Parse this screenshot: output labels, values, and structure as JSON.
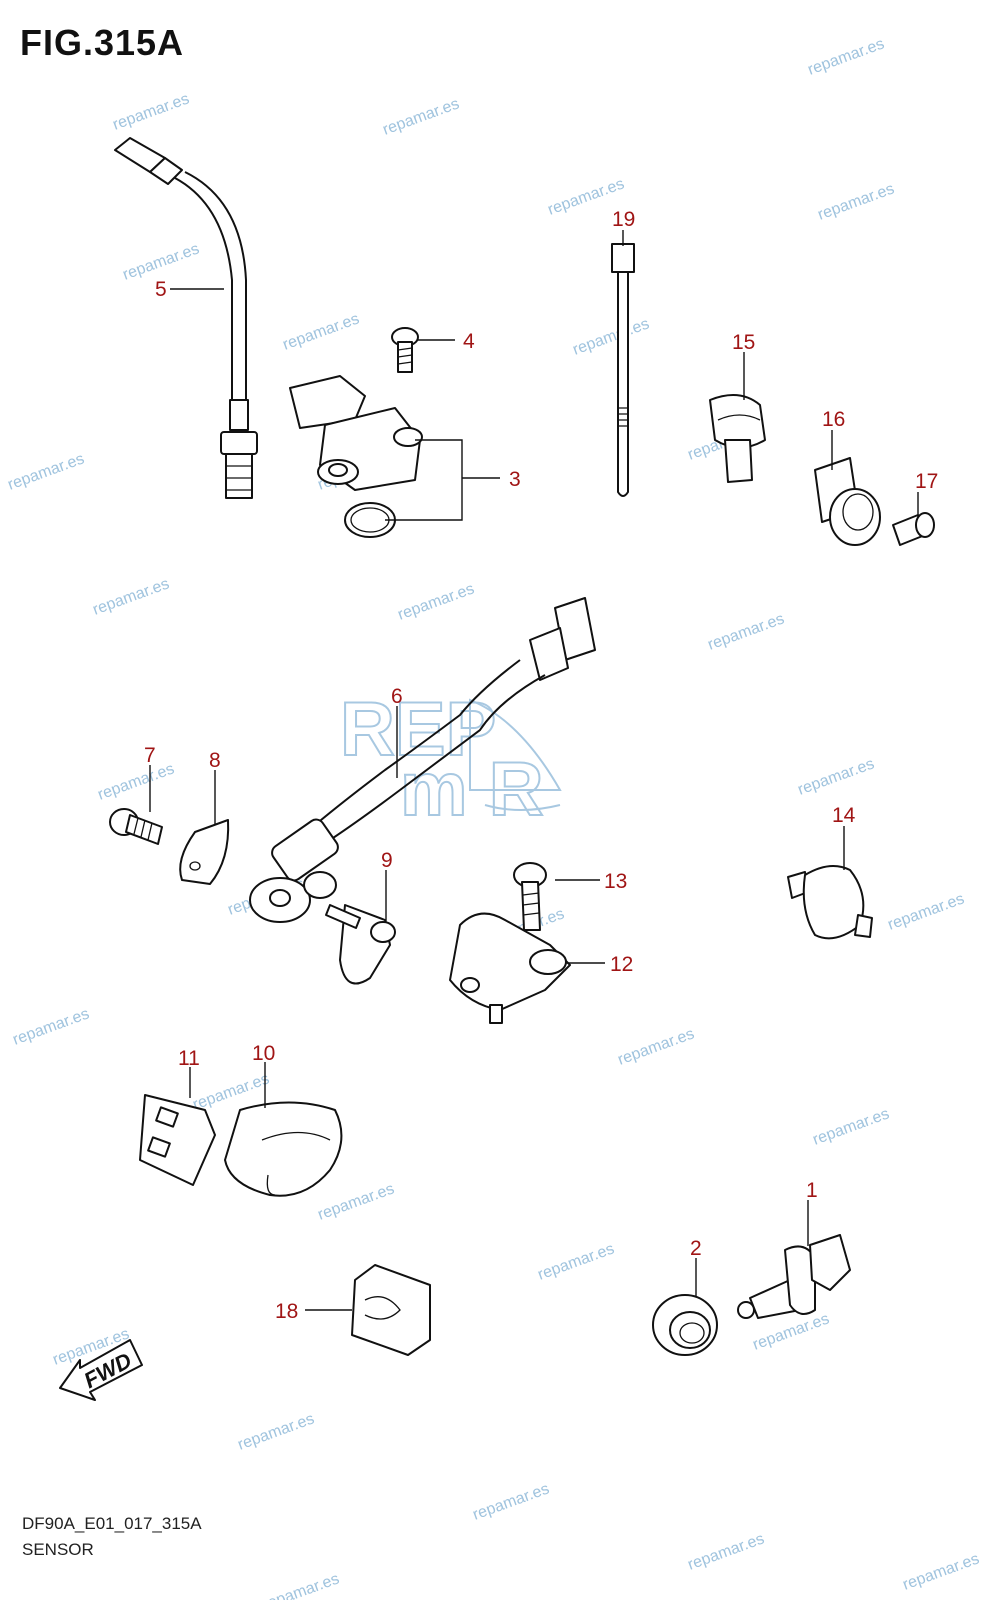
{
  "figure": {
    "title": "FIG.315A",
    "code": "DF90A_E01_017_315A",
    "name": "SENSOR"
  },
  "callouts": [
    "1",
    "2",
    "3",
    "4",
    "5",
    "6",
    "7",
    "8",
    "9",
    "10",
    "11",
    "12",
    "13",
    "14",
    "15",
    "16",
    "17",
    "18",
    "19"
  ],
  "fwd_label": "FWD",
  "watermark": {
    "text": "repamar.es",
    "logo_top": "REP",
    "logo_bottom": "m R",
    "color": "#9fc3de"
  },
  "colors": {
    "callout": "#a01515",
    "line": "#111111"
  }
}
